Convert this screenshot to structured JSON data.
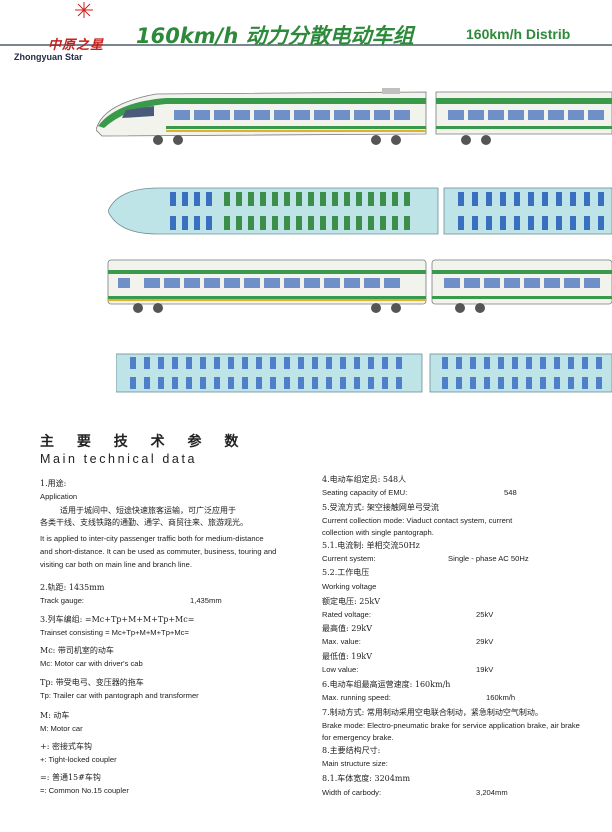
{
  "header": {
    "brand_name": "中原之星",
    "brand_en": "Zhongyuan Star",
    "title_cn": "160km/h 动力分散电动车组",
    "title_en": "160km/h Distrib",
    "colors": {
      "brand_red": "#c8201e",
      "title_green": "#2d8a3b",
      "train_green": "#3a9a4c",
      "seat_blue": "#5f86c4"
    }
  },
  "section": {
    "title_cn": "主 要 技 术 参 数",
    "title_en": "Main technical data"
  },
  "left_column": {
    "p1_cn": "1.用途:",
    "p1_en": "Application",
    "p1_desc_cn_1": "适用于城间中、短途快速旅客运输，可广泛应用于",
    "p1_desc_cn_2": "各类干线、支线铁路的通勤、通学、商贸往来、旅游观光。",
    "p1_desc_en_1": "It is applied to inter-city passenger traffic both for medium-distance",
    "p1_desc_en_2": "and short-distance. It can be used as commuter, business, touring and",
    "p1_desc_en_3": "visiting car both on main line and branch line.",
    "p2_cn": "2.轨距: 1435mm",
    "p2_en": "Track gauge:",
    "p2_val": "1,435mm",
    "p3_cn": "3.列车编组: =Mc+Tp+M+M+Tp+Mc=",
    "p3_en": "Trainset consisting = Mc+Tp+M+M+Tp+Mc=",
    "mc_cn": "Mc: 带司机室的动车",
    "mc_en": "Mc: Motor car with driver's cab",
    "tp_cn": "Tp: 带受电弓、变压器的拖车",
    "tp_en": "Tp: Trailer car with pantograph and transformer",
    "m_cn": "M: 动车",
    "m_en": "M: Motor car",
    "tl_cn": "+: 密接式车钩",
    "tl_en": "+: Tight-locked coupler",
    "cc_cn": "=: 普通15#车钩",
    "cc_en": "=: Common No.15 coupler"
  },
  "right_column": {
    "p4_cn": "4.电动车组定员: 548人",
    "p4_en": "Seating capacity of EMU:",
    "p4_val": "548",
    "p5_cn": "5.受流方式: 架空接触网单弓受流",
    "p5_en_1": "Current collection mode:  Viaduct contact system, current",
    "p5_en_2": "collection with single pantograph.",
    "p51_cn": "5.1.电流制: 单相交流50Hz",
    "p51_en": "Current system:",
    "p51_val": "Single - phase AC 50Hz",
    "p52_cn": "5.2.工作电压",
    "p52_en": "Working voltage",
    "rated_cn": "额定电压: 25kV",
    "rated_en": "Rated voltage:",
    "rated_val": "25kV",
    "max_cn": "最高值: 29kV",
    "max_en": "Max. value:",
    "max_val": "29kV",
    "low_cn": "最低值: 19kV",
    "low_en": "Low value:",
    "low_val": "19kV",
    "p6_cn": "6.电动车组最高运营速度: 160km/h",
    "p6_en": "Max. running speed:",
    "p6_val": "160km/h",
    "p7_cn": "7.制动方式: 常用制动采用空电联合制动，紧急制动空气制动。",
    "p7_en_1": "Brake mode: Electro-pneumatic brake for service application brake, air brake",
    "p7_en_2": "for emergency brake.",
    "p8_cn": "8.主要结构尺寸:",
    "p8_en": "Main structure size:",
    "p81_cn": "8.1.车体宽度: 3204mm",
    "p81_en": "Width of carbody:",
    "p81_val": "3,204mm"
  }
}
